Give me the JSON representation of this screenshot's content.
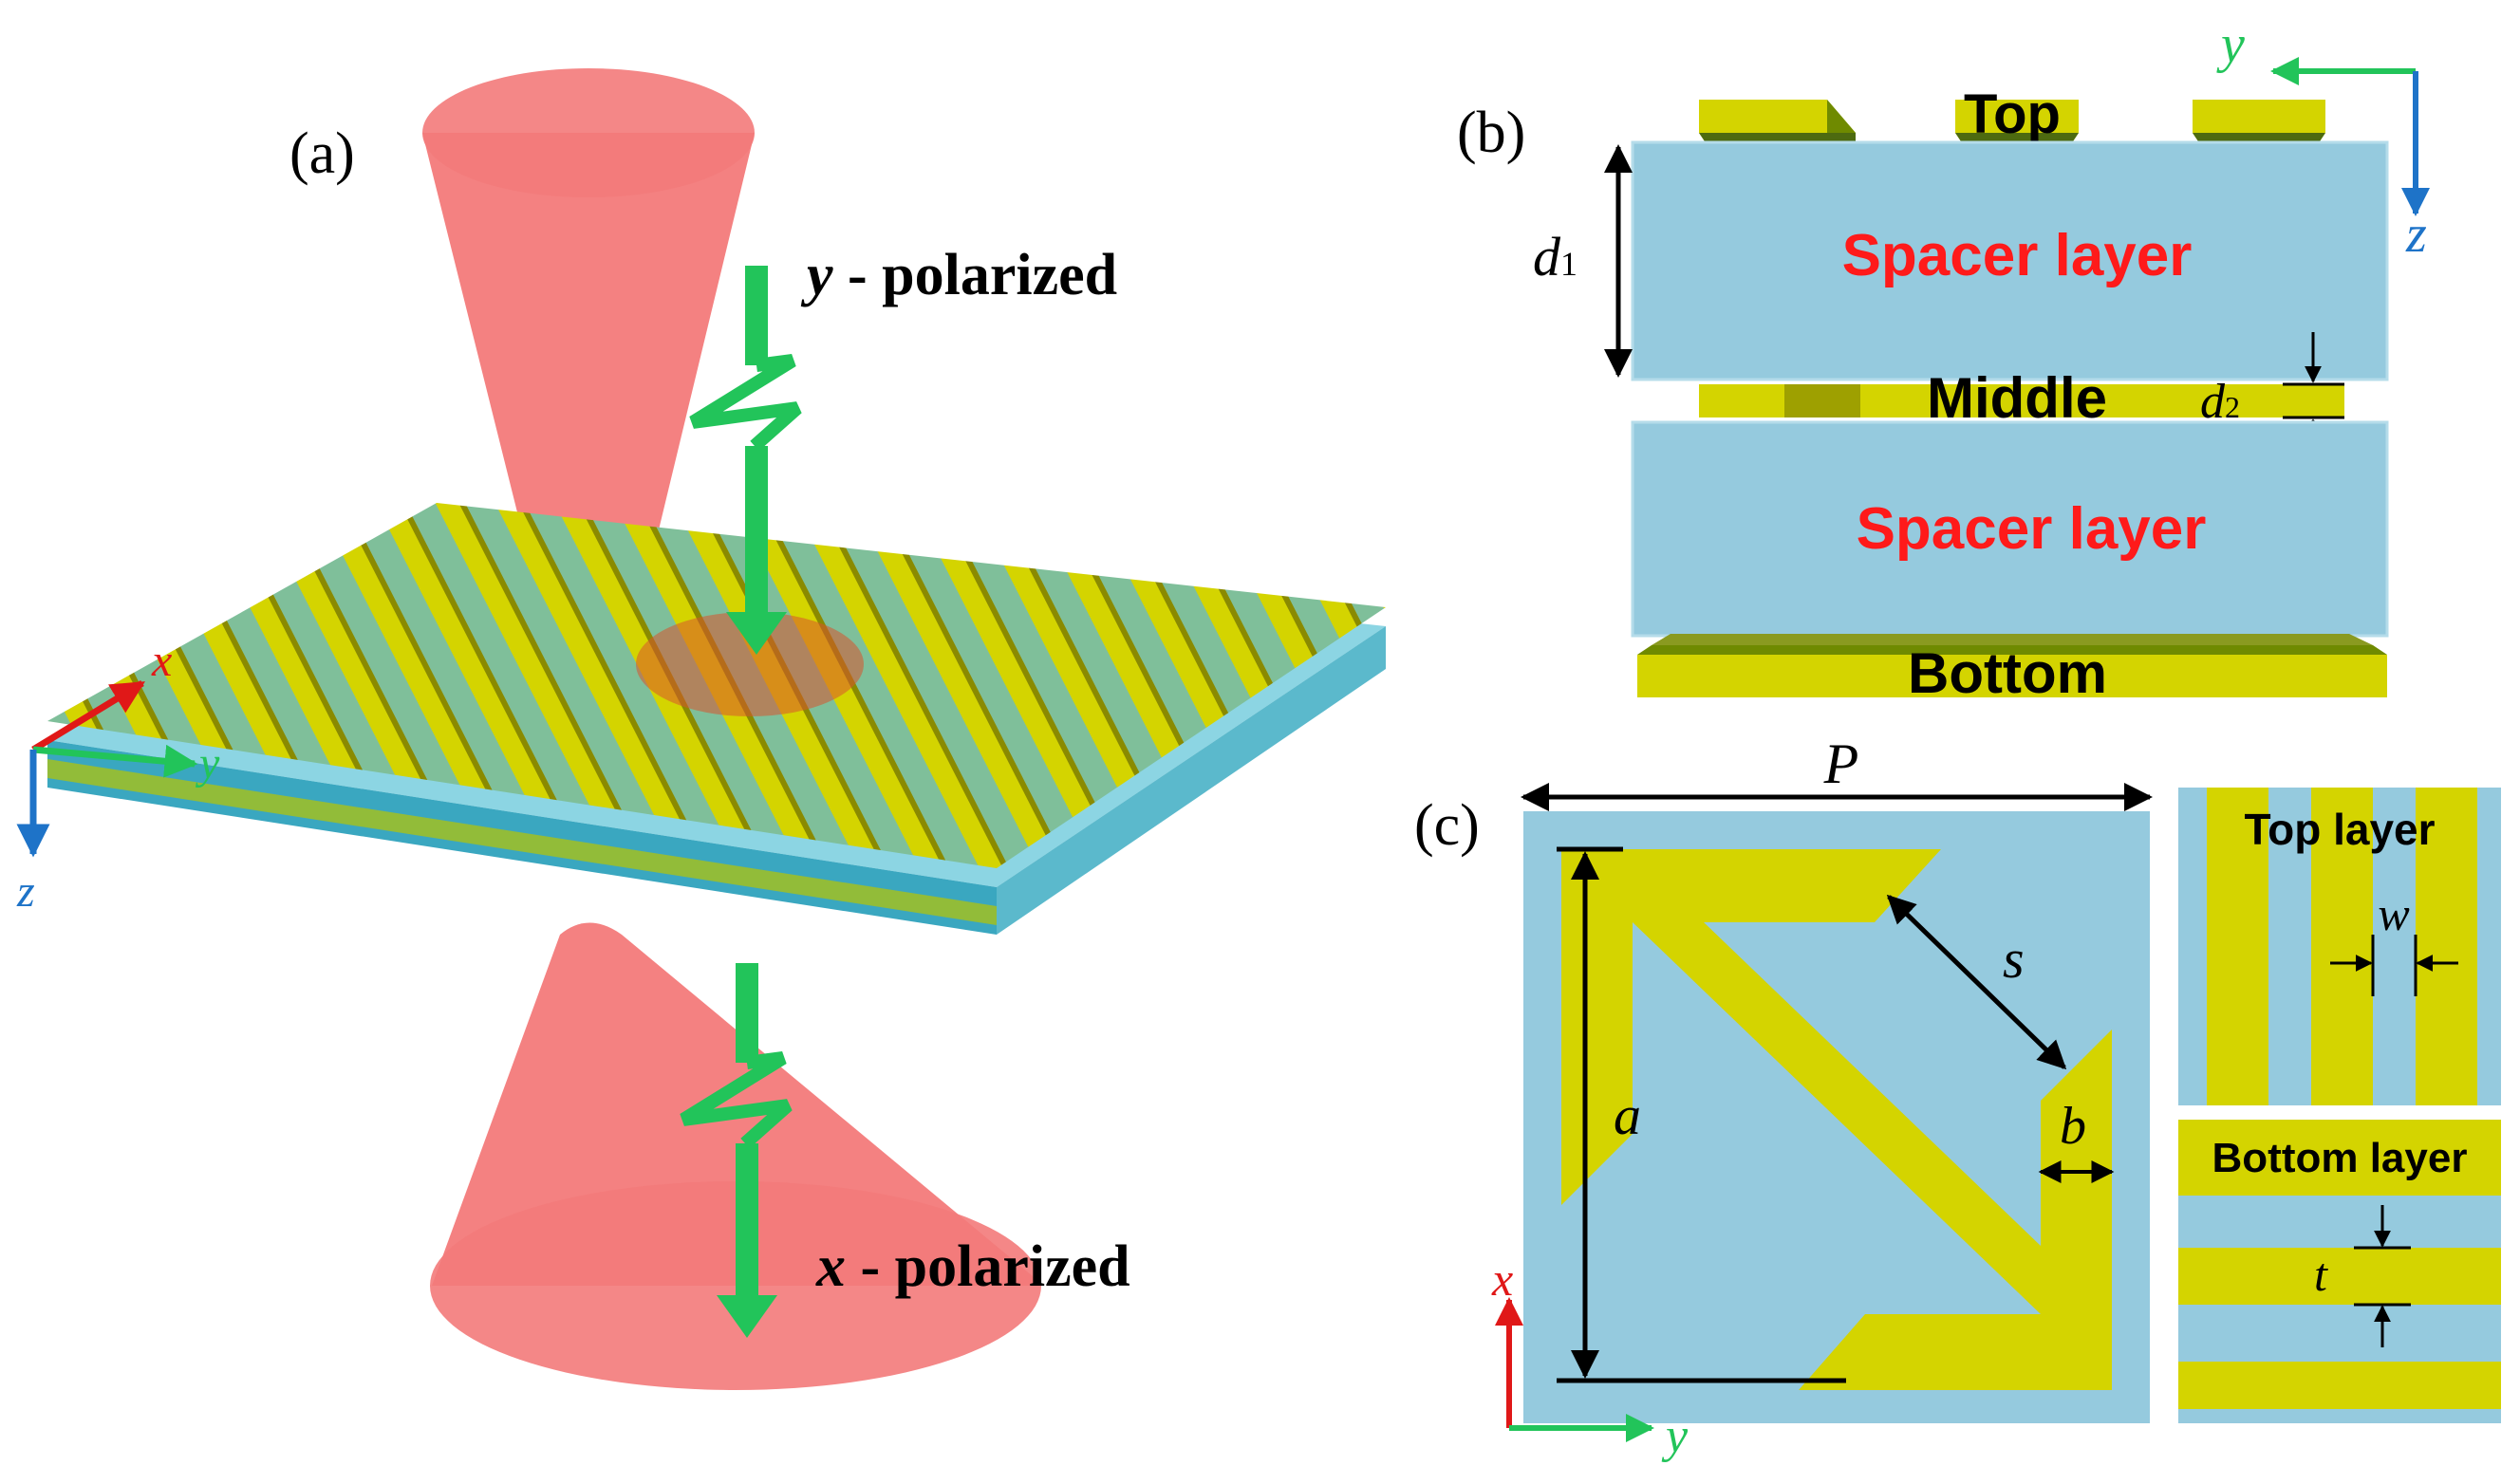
{
  "panel_a": {
    "label": "(a)",
    "incident_label": {
      "var": "y",
      "text": " - polarized"
    },
    "transmitted_label": {
      "var": "x",
      "text": " - polarized"
    },
    "axes": {
      "x": "x",
      "y": "y",
      "z": "z"
    },
    "colors": {
      "beam": "#f26b6b",
      "arrow": "#2ecc55",
      "metal": "#d4d400",
      "spacer": "#8ecae6"
    }
  },
  "panel_b": {
    "label": "(b)",
    "top": "Top",
    "spacer_upper": "Spacer layer",
    "middle": "Middle",
    "spacer_lower": "Spacer layer",
    "bottom": "Bottom",
    "d1": {
      "sym": "d",
      "sub": "1"
    },
    "d2": {
      "sym": "d",
      "sub": "2"
    },
    "axes": {
      "y": "y",
      "z": "z"
    },
    "colors": {
      "spacer_text": "#ff1a1a"
    }
  },
  "panel_c": {
    "label": "(c)",
    "P": "P",
    "s": "s",
    "a": "a",
    "b": "b",
    "axes": {
      "x": "x",
      "y": "y"
    },
    "top_layer": {
      "title": "Top layer",
      "dim": "w"
    },
    "bottom_layer": {
      "title": "Bottom layer",
      "dim": "t"
    }
  }
}
